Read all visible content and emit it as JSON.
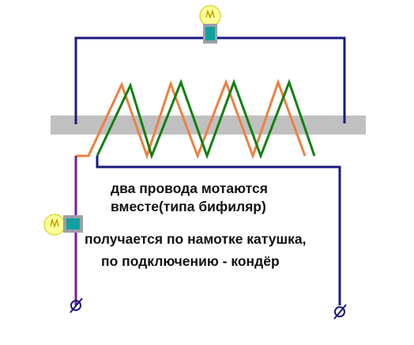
{
  "caption": {
    "line1": "два провода мотаются",
    "line2": "вместе(типа бифиляр)",
    "line3": "получается по намотке катушка,",
    "line4": "по подключению - кондёр"
  },
  "colors": {
    "core": "#c0c0c0",
    "wire_a": "#f08040",
    "wire_b": "#108010",
    "circuit": "#1a1a80",
    "lead": "#7a1a9a",
    "bulb_glass": "#ffff99",
    "bulb_base": "#10a0a0"
  },
  "icons": {
    "top_lamp": "light-bulb-icon",
    "left_lamp": "light-bulb-icon",
    "terminals": "terminal-icon"
  }
}
